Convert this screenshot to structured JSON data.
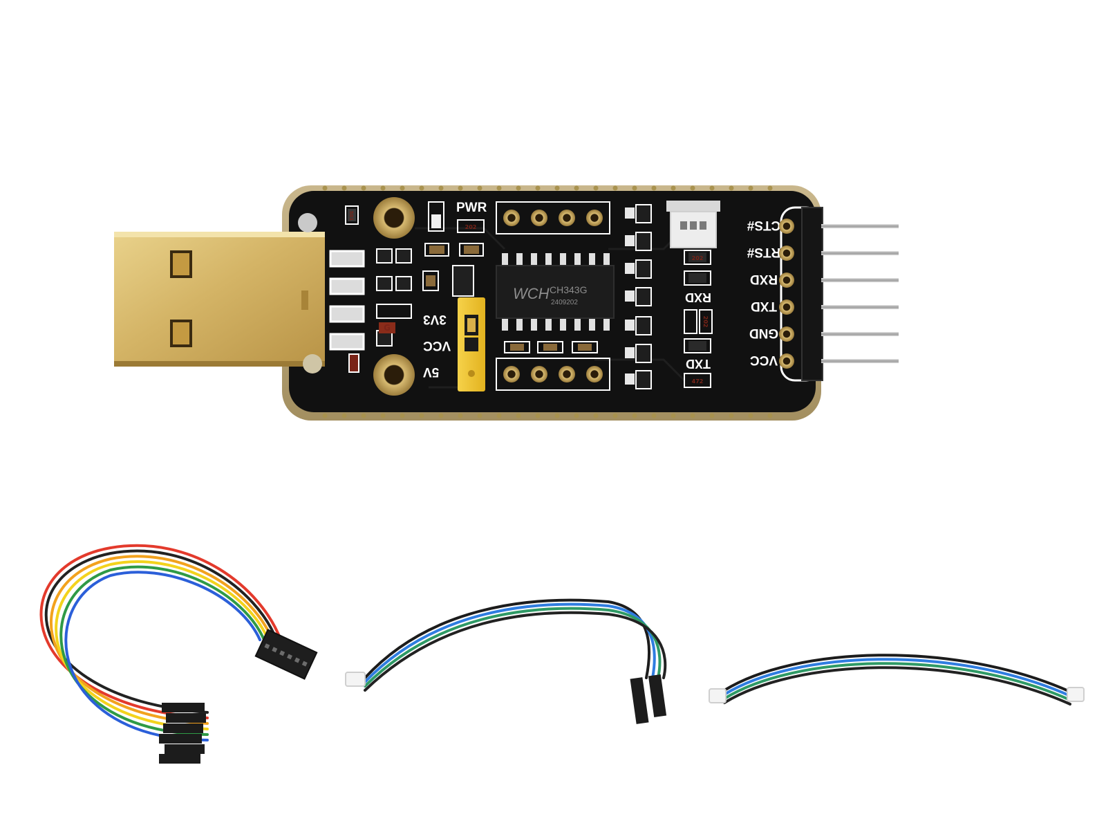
{
  "board": {
    "chip": {
      "brand": "WCH",
      "part": "CH343G",
      "lot": "2409202"
    },
    "jumper": {
      "top": "3V3",
      "mid": "VCC",
      "bottom": "5V"
    },
    "pwr_label": "PWR",
    "inner": {
      "rxd": "RXD",
      "txd": "TXD"
    },
    "pins": [
      "CTS#",
      "RTS#",
      "RXD",
      "TXD",
      "GND",
      "VCC"
    ],
    "smd": {
      "r501": "501",
      "r202a": "202",
      "r202b": "202",
      "r202c": "202",
      "r472": "472",
      "cap": "G"
    }
  },
  "cables": [
    {
      "name": "6-pin jumper cable"
    },
    {
      "name": "4-pin jumper cable"
    },
    {
      "name": "connector cable"
    }
  ]
}
